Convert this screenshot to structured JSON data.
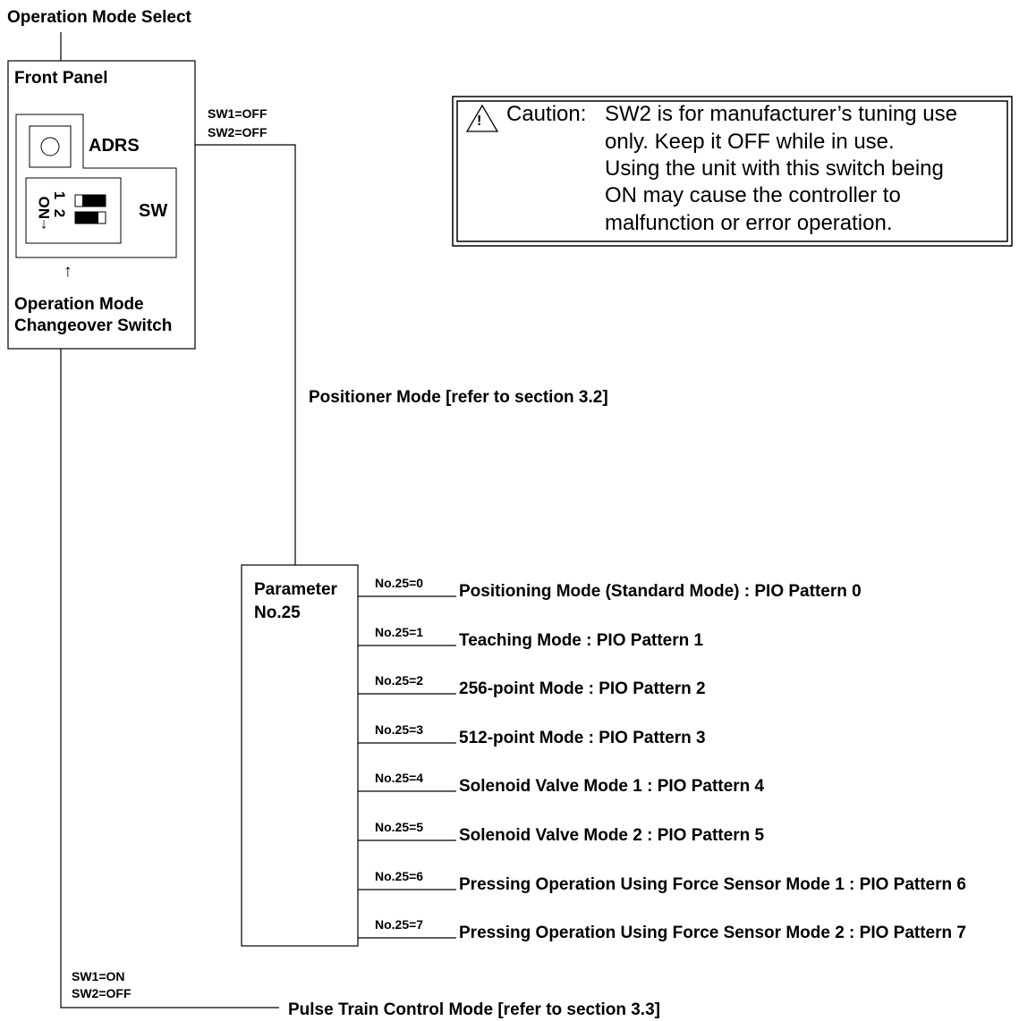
{
  "header": {
    "title": "Operation Mode Select"
  },
  "front_panel": {
    "title": "Front Panel",
    "adrs_label": "ADRS",
    "sw_label": "SW",
    "sw_digit_1": "1",
    "sw_digit_2": "2",
    "sw_on_label": "ON",
    "sw_on_arrow": "↓",
    "up_arrow": "↑",
    "caption_line1": "Operation Mode",
    "caption_line2": "Changeover Switch"
  },
  "caution": {
    "warning_glyph": "!",
    "label": "Caution:",
    "lines": [
      "SW2 is for manufacturer’s tuning use",
      "only. Keep it OFF while in use.",
      "Using the unit with this switch being",
      "ON may cause the controller to",
      "malfunction or error operation."
    ]
  },
  "positioner_branch": {
    "sw1": "SW1=OFF",
    "sw2": "SW2=OFF",
    "mode_label": "Positioner Mode [refer to section 3.2]"
  },
  "parameter_box": {
    "line1": "Parameter",
    "line2": "No.25"
  },
  "pio_options": [
    {
      "condition": "No.25=0",
      "label": "Positioning Mode (Standard Mode) : PIO Pattern 0"
    },
    {
      "condition": "No.25=1",
      "label": "Teaching Mode : PIO Pattern 1"
    },
    {
      "condition": "No.25=2",
      "label": "256-point Mode : PIO Pattern 2"
    },
    {
      "condition": "No.25=3",
      "label": "512-point Mode : PIO Pattern 3"
    },
    {
      "condition": "No.25=4",
      "label": "Solenoid Valve Mode 1 : PIO Pattern 4"
    },
    {
      "condition": "No.25=5",
      "label": "Solenoid Valve Mode 2 : PIO Pattern 5"
    },
    {
      "condition": "No.25=6",
      "label": "Pressing Operation Using Force Sensor Mode 1 : PIO Pattern 6"
    },
    {
      "condition": "No.25=7",
      "label": "Pressing Operation Using Force Sensor Mode 2 : PIO Pattern 7"
    }
  ],
  "pulse_branch": {
    "sw1": "SW1=ON",
    "sw2": "SW2=OFF",
    "mode_label": "Pulse Train Control Mode [refer to section 3.3]"
  }
}
